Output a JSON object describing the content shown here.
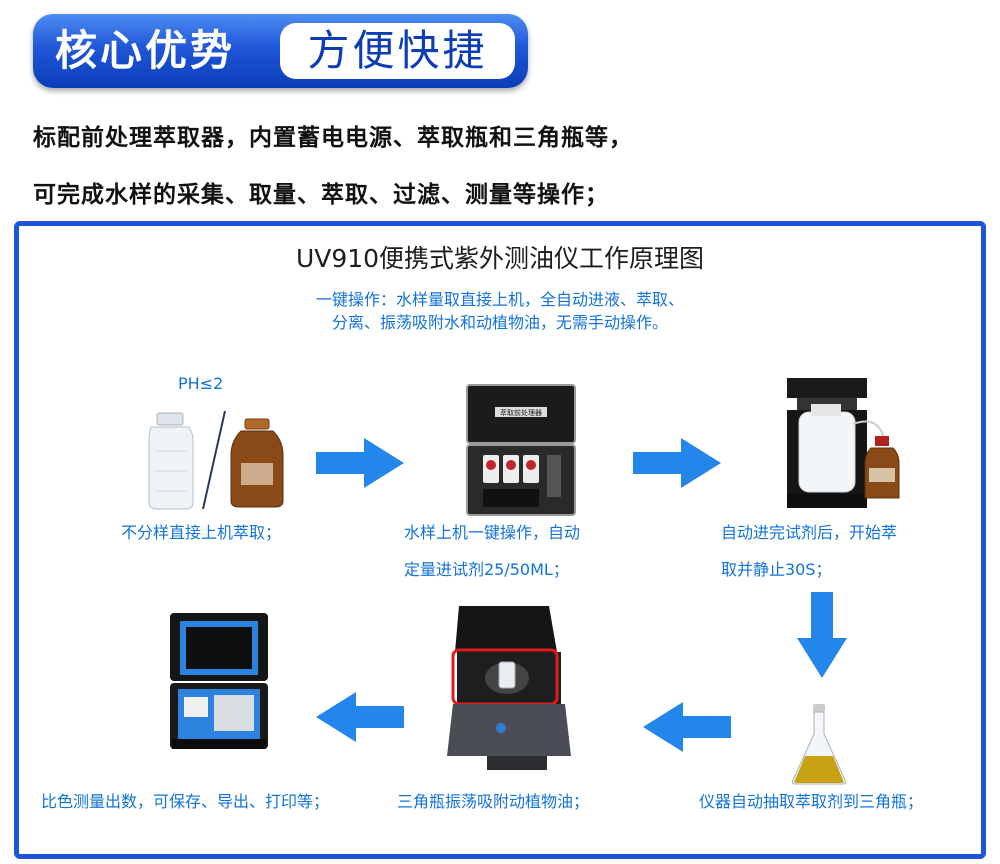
{
  "header": {
    "title_left": "核心优势",
    "title_right": "方便快捷"
  },
  "intro": {
    "line1": "标配前处理萃取器，内置蓄电电源、萃取瓶和三角瓶等，",
    "line2": "可完成水样的采集、取量、萃取、过滤、测量等操作；"
  },
  "diagram": {
    "title": "UV910便携式紫外测油仪工作原理图",
    "desc_line1": "一键操作：水样量取直接上机，全自动进液、萃取、",
    "desc_line2": "分离、振荡吸附水和动植物油，无需手动操作。",
    "ph_label": "PH≤2",
    "steps": [
      {
        "caption": "不分样直接上机萃取；"
      },
      {
        "caption_line1": "水样上机一键操作，自动",
        "caption_line2": "定量进试剂25/50ML；"
      },
      {
        "caption_line1": "自动进完试剂后，开始萃",
        "caption_line2": "取并静止30S；"
      },
      {
        "caption": "仪器自动抽取萃取剂到三角瓶；"
      },
      {
        "caption": "三角瓶振荡吸附动植物油；"
      },
      {
        "caption": "比色测量出数，可保存、导出、打印等；"
      }
    ],
    "case_label": "萃取前处理器",
    "colors": {
      "accent": "#1273d9",
      "arrow": "#2286ea",
      "border": "#1e55d8"
    }
  }
}
